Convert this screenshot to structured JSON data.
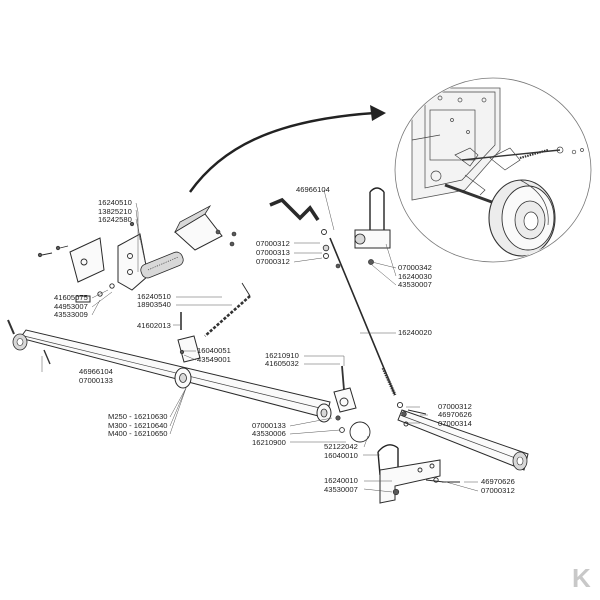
{
  "labels": {
    "g1": {
      "a": "16240510",
      "b": "13825210",
      "c": "16242580"
    },
    "g2": {
      "a": "41605075",
      "b": "44953007",
      "c": "43533009"
    },
    "g3": {
      "a": "16240510",
      "b": "18903540"
    },
    "g4": "41602013",
    "g5": {
      "a": "16040051",
      "b": "43549001"
    },
    "g6": {
      "a": "46966104",
      "b": "07000133"
    },
    "g7": {
      "a": "M250  -  16210630",
      "b": "M300  -  16210640",
      "c": "M400  -  16210650"
    },
    "g8": {
      "a": "16210910",
      "b": "41605032"
    },
    "g9": {
      "a": "07000133",
      "b": "43530006",
      "c": "16210900"
    },
    "g10": {
      "a": "52122042",
      "b": "16040010"
    },
    "g11": {
      "a": "16240010",
      "b": "43530007"
    },
    "g12": "46966104",
    "g13": {
      "a": "07000312",
      "b": "07000313",
      "c": "07000312"
    },
    "g14": {
      "a": "07000342",
      "b": "16240030",
      "c": "43530007"
    },
    "g15": "16240020",
    "g16": {
      "a": "07000312",
      "b": "46970626",
      "c": "07000314"
    },
    "g17": {
      "a": "46970626",
      "b": "07000312"
    }
  },
  "logo": {
    "letter": "K",
    "color": "#c8c8c8"
  }
}
